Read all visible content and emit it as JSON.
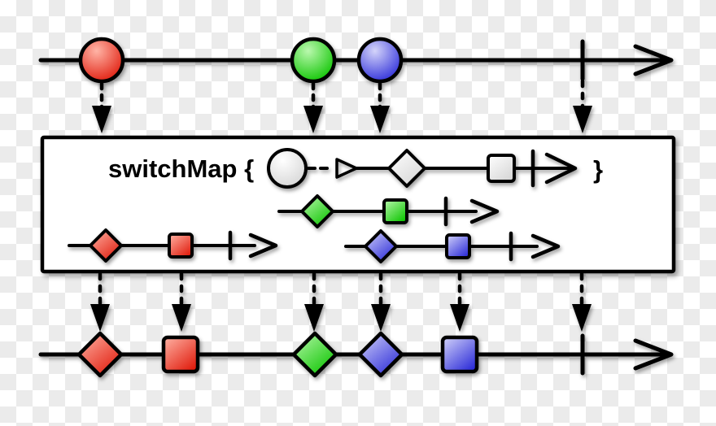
{
  "operator": {
    "name": "switchMap",
    "label": "switchMap {",
    "close_brace": "}"
  },
  "colors": {
    "red": {
      "light": "#ffb4a6",
      "dark": "#e01c0d"
    },
    "green": {
      "light": "#baf8ae",
      "dark": "#0cc400"
    },
    "blue": {
      "light": "#d4d4fa",
      "dark": "#2d2dd8"
    },
    "neutral": {
      "light": "#ffffff",
      "dark": "#d6d6d6"
    },
    "line": "#000000",
    "box_fill": "#ffffff"
  },
  "streams": {
    "input": {
      "description": "source observable (top timeline)",
      "marbles": [
        {
          "shape": "circle",
          "color": "red"
        },
        {
          "shape": "circle",
          "color": "green"
        },
        {
          "shape": "circle",
          "color": "blue"
        }
      ],
      "completes": true
    },
    "projection": {
      "description": "mapping function: circle -> diamond, square",
      "marbles": [
        {
          "shape": "circle",
          "color": "neutral"
        },
        {
          "shape": "diamond",
          "color": "neutral"
        },
        {
          "shape": "square",
          "color": "neutral"
        }
      ],
      "completes": true
    },
    "inner_red": {
      "marbles": [
        {
          "shape": "diamond",
          "color": "red"
        },
        {
          "shape": "square",
          "color": "red"
        }
      ],
      "completes": true
    },
    "inner_green": {
      "marbles": [
        {
          "shape": "diamond",
          "color": "green"
        },
        {
          "shape": "square",
          "color": "green"
        }
      ],
      "completes": true
    },
    "inner_blue": {
      "marbles": [
        {
          "shape": "diamond",
          "color": "blue"
        },
        {
          "shape": "square",
          "color": "blue"
        }
      ],
      "completes": true
    },
    "output": {
      "description": "result observable (bottom timeline)",
      "marbles": [
        {
          "shape": "diamond",
          "color": "red"
        },
        {
          "shape": "square",
          "color": "red"
        },
        {
          "shape": "diamond",
          "color": "green"
        },
        {
          "shape": "diamond",
          "color": "blue"
        },
        {
          "shape": "square",
          "color": "blue"
        }
      ],
      "completes": true
    }
  }
}
